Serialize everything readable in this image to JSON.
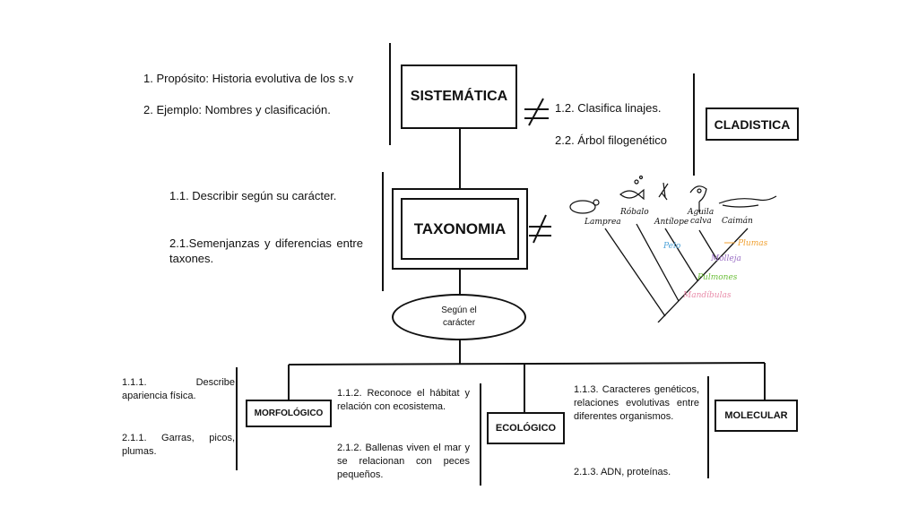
{
  "sistematica": {
    "title": "SISTEMÁTICA",
    "left_items": [
      "1. Propósito: Historia evolutiva de los s.v",
      "2. Ejemplo: Nombres y clasificación."
    ]
  },
  "cladistica": {
    "title": "CLADISTICA",
    "left_items": [
      "1.2.  Clasifica linajes.",
      "2.2.  Árbol filogenético"
    ]
  },
  "taxonomia": {
    "title": "TAXONOMIA",
    "left_items": [
      "1.1. Describir según su carácter.",
      "2.1.Semenjanzas y diferencias entre taxones."
    ]
  },
  "oval": {
    "text": "Según el carácter"
  },
  "morfologico": {
    "title": "MORFOLÓGICO",
    "items": [
      "1.1.1. Describe apariencia física.",
      "2.1.1. Garras, picos, plumas."
    ]
  },
  "ecologico": {
    "title": "ECOLÓGICO",
    "items": [
      "1.1.2. Reconoce el hábitat y relación con ecosistema.",
      "2.1.2. Ballenas viven el mar y se relacionan con peces pequeños."
    ]
  },
  "molecular": {
    "title": "MOLECULAR",
    "items": [
      "1.1.3. Caracteres genéticos, relaciones evolutivas entre diferentes organismos.",
      "2.1.3. ADN, proteínas."
    ]
  },
  "cladogram": {
    "taxa": [
      "Lamprea",
      "Róbalo",
      "Antílope",
      "Aguila calva",
      "Caimán"
    ],
    "traits": [
      {
        "label": "Pelo",
        "color": "#4fa3d9"
      },
      {
        "label": "Plumas",
        "color": "#f0a030"
      },
      {
        "label": "Molleja",
        "color": "#9a6fc4"
      },
      {
        "label": "Pulmones",
        "color": "#6cbf3a"
      },
      {
        "label": "Mandíbulas",
        "color": "#e88aa8"
      }
    ]
  }
}
